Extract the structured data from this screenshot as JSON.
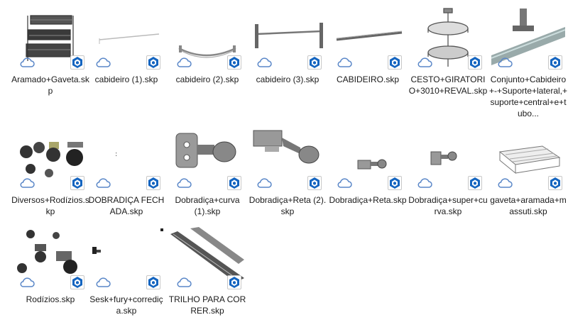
{
  "icons": {
    "cloud": "cloud-icon",
    "sketchup": "sketchup-file-icon"
  },
  "colors": {
    "cloud_stroke": "#5a87c8",
    "skp_blue": "#1565c0",
    "label_text": "#1a1a1a"
  },
  "files": [
    {
      "name": "Aramado+Gaveta.skp",
      "thumb": "wire-basket"
    },
    {
      "name": "cabideiro (1).skp",
      "thumb": "thin-rod"
    },
    {
      "name": "cabideiro (2).skp",
      "thumb": "curved-rod"
    },
    {
      "name": "cabideiro (3).skp",
      "thumb": "rod-brackets"
    },
    {
      "name": "CABIDEIRO.skp",
      "thumb": "bar"
    },
    {
      "name": "CESTO+GIRATORIO+3010+REVAL.skp",
      "thumb": "carousel"
    },
    {
      "name": "Conjunto+Cabideiro+-+Suporte+lateral,+suporte+central+e+tubo...",
      "thumb": "tube-support"
    },
    {
      "name": "Diversos+Rodízios.skp",
      "thumb": "casters"
    },
    {
      "name": "DOBRADIÇA FECHADA.skp",
      "thumb": "dot"
    },
    {
      "name": "Dobradiça+curva (1).skp",
      "thumb": "hinge-large"
    },
    {
      "name": "Dobradiça+Reta (2).skp",
      "thumb": "hinge-straight"
    },
    {
      "name": "Dobradiça+Reta.skp",
      "thumb": "hinge-small"
    },
    {
      "name": "Dobradiça+super+curva.skp",
      "thumb": "hinge-small2"
    },
    {
      "name": "gaveta+aramada+massuti.skp",
      "thumb": "wire-drawer"
    },
    {
      "name": "Rodízios.skp",
      "thumb": "casters2"
    },
    {
      "name": "Sesk+fury+corrediça.skp",
      "thumb": "slide"
    },
    {
      "name": "TRILHO PARA CORRER.skp",
      "thumb": "rails"
    }
  ]
}
